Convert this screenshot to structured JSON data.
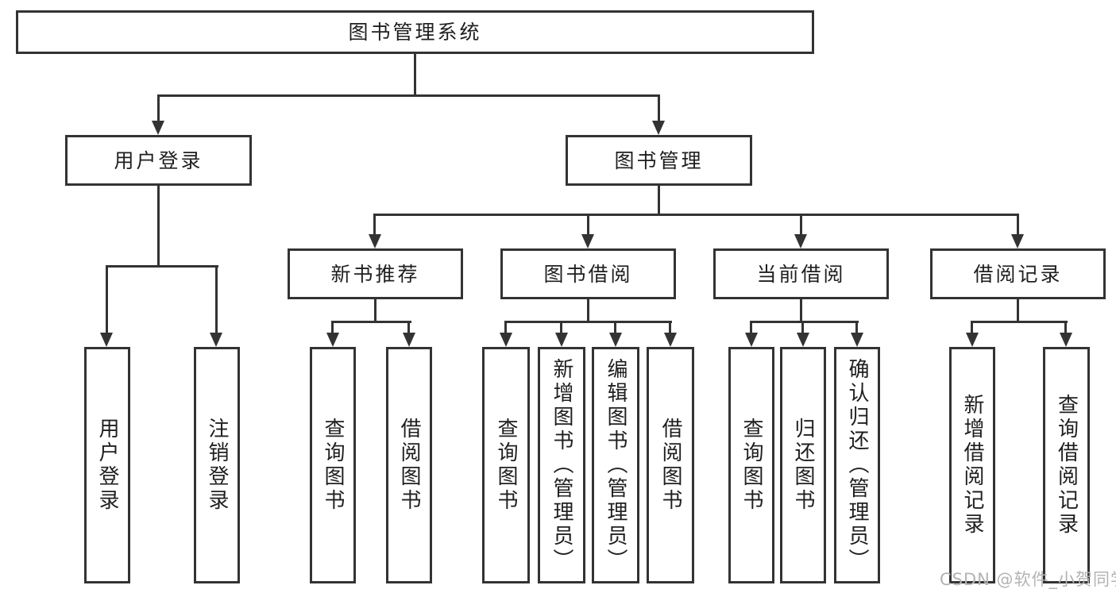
{
  "diagram": {
    "title": "图书管理系统",
    "user_login": {
      "label": "用户登录",
      "children": [
        {
          "label": "用户登录"
        },
        {
          "label": "注销登录"
        }
      ]
    },
    "book_management": {
      "label": "图书管理",
      "sections": [
        {
          "label": "新书推荐",
          "children": [
            {
              "label": "查询图书"
            },
            {
              "label": "借阅图书"
            }
          ]
        },
        {
          "label": "图书借阅",
          "children": [
            {
              "label": "查询图书"
            },
            {
              "label": "新增图书（管理员）"
            },
            {
              "label": "编辑图书（管理员）"
            },
            {
              "label": "借阅图书"
            }
          ]
        },
        {
          "label": "当前借阅",
          "children": [
            {
              "label": "查询图书"
            },
            {
              "label": "归还图书"
            },
            {
              "label": "确认归还（管理员）"
            }
          ]
        },
        {
          "label": "借阅记录",
          "children": [
            {
              "label": "新增借阅记录"
            },
            {
              "label": "查询借阅记录"
            }
          ]
        }
      ]
    }
  },
  "icons": {
    "arrow": "arrow-down"
  },
  "colors": {
    "line": "#333333",
    "text": "#1f1f1f",
    "watermark": "#b3b3b3"
  },
  "watermark": {
    "text": "CSDN @软件_小贺同学"
  }
}
